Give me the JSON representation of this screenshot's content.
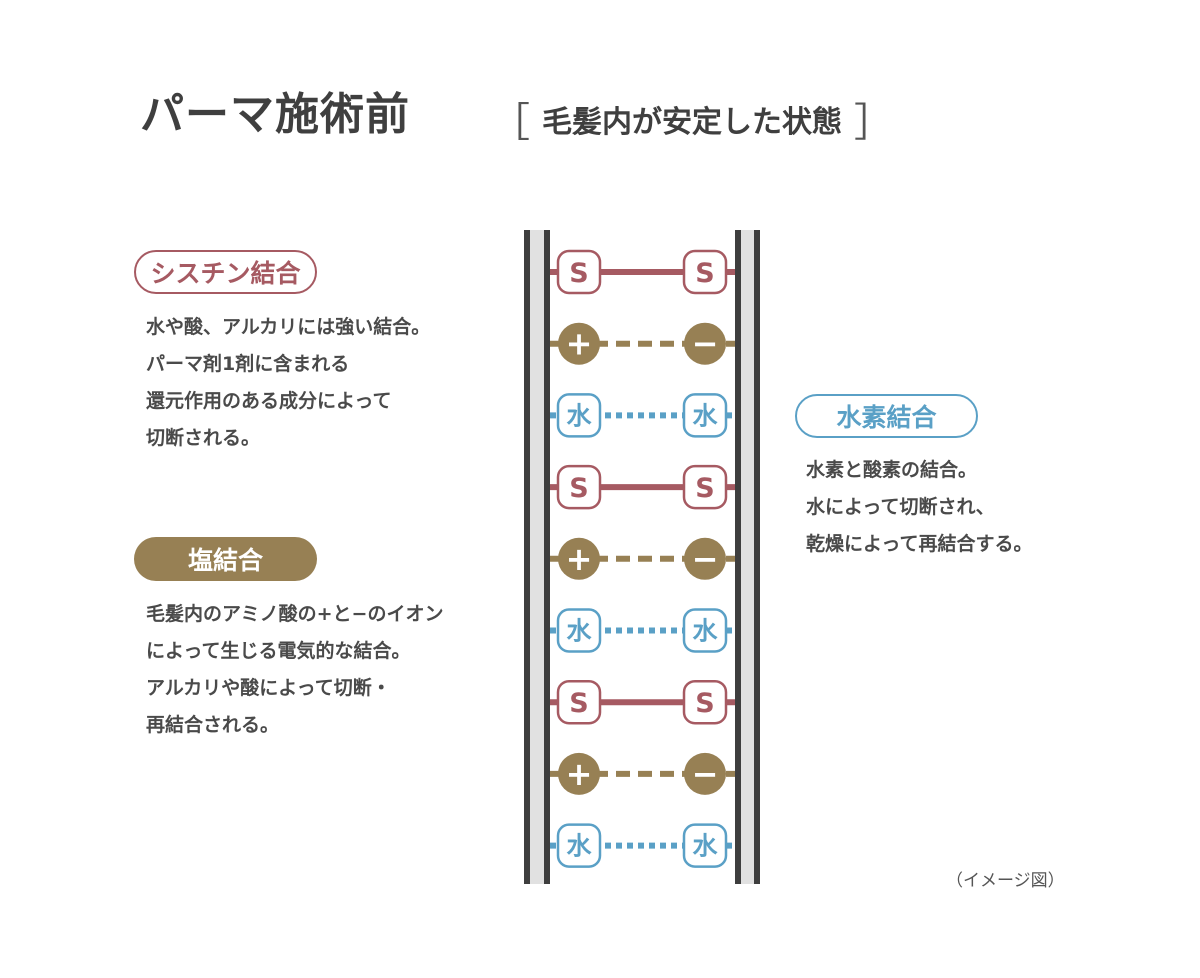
{
  "header": {
    "title": "パーマ施術前",
    "bracket_open": "［",
    "subtitle": "毛髪内が安定した状態",
    "bracket_close": "］"
  },
  "bonds": {
    "cystine": {
      "label": "シスチン結合",
      "lines": [
        "水や酸、アルカリには強い結合。",
        "パーマ剤1剤に含まれる",
        "還元作用のある成分によって",
        "切断される。"
      ]
    },
    "salt": {
      "label": "塩結合",
      "lines": [
        "毛髪内のアミノ酸の+と−のイオン",
        "によって生じる電気的な結合。",
        "アルカリや酸によって切断・",
        "再結合される。"
      ]
    },
    "hydrogen": {
      "label": "水素結合",
      "lines": [
        "水素と酸素の結合。",
        "水によって切断され、",
        "乾燥によって再結合する。"
      ]
    }
  },
  "ladder": {
    "rows": [
      {
        "type": "cystine",
        "left": "S",
        "right": "S"
      },
      {
        "type": "salt",
        "left": "+",
        "right": "−"
      },
      {
        "type": "hydrogen",
        "left": "水",
        "right": "水"
      },
      {
        "type": "cystine",
        "left": "S",
        "right": "S"
      },
      {
        "type": "salt",
        "left": "+",
        "right": "−"
      },
      {
        "type": "hydrogen",
        "left": "水",
        "right": "水"
      },
      {
        "type": "cystine",
        "left": "S",
        "right": "S"
      },
      {
        "type": "salt",
        "left": "+",
        "right": "−"
      },
      {
        "type": "hydrogen",
        "left": "水",
        "right": "水"
      }
    ]
  },
  "colors": {
    "cystine": "#a65a62",
    "salt": "#978054",
    "hydrogen": "#5aa0c6",
    "strand_dark": "#3e3e3e",
    "strand_light": "#e1e1e1"
  },
  "note": "（イメージ図）"
}
